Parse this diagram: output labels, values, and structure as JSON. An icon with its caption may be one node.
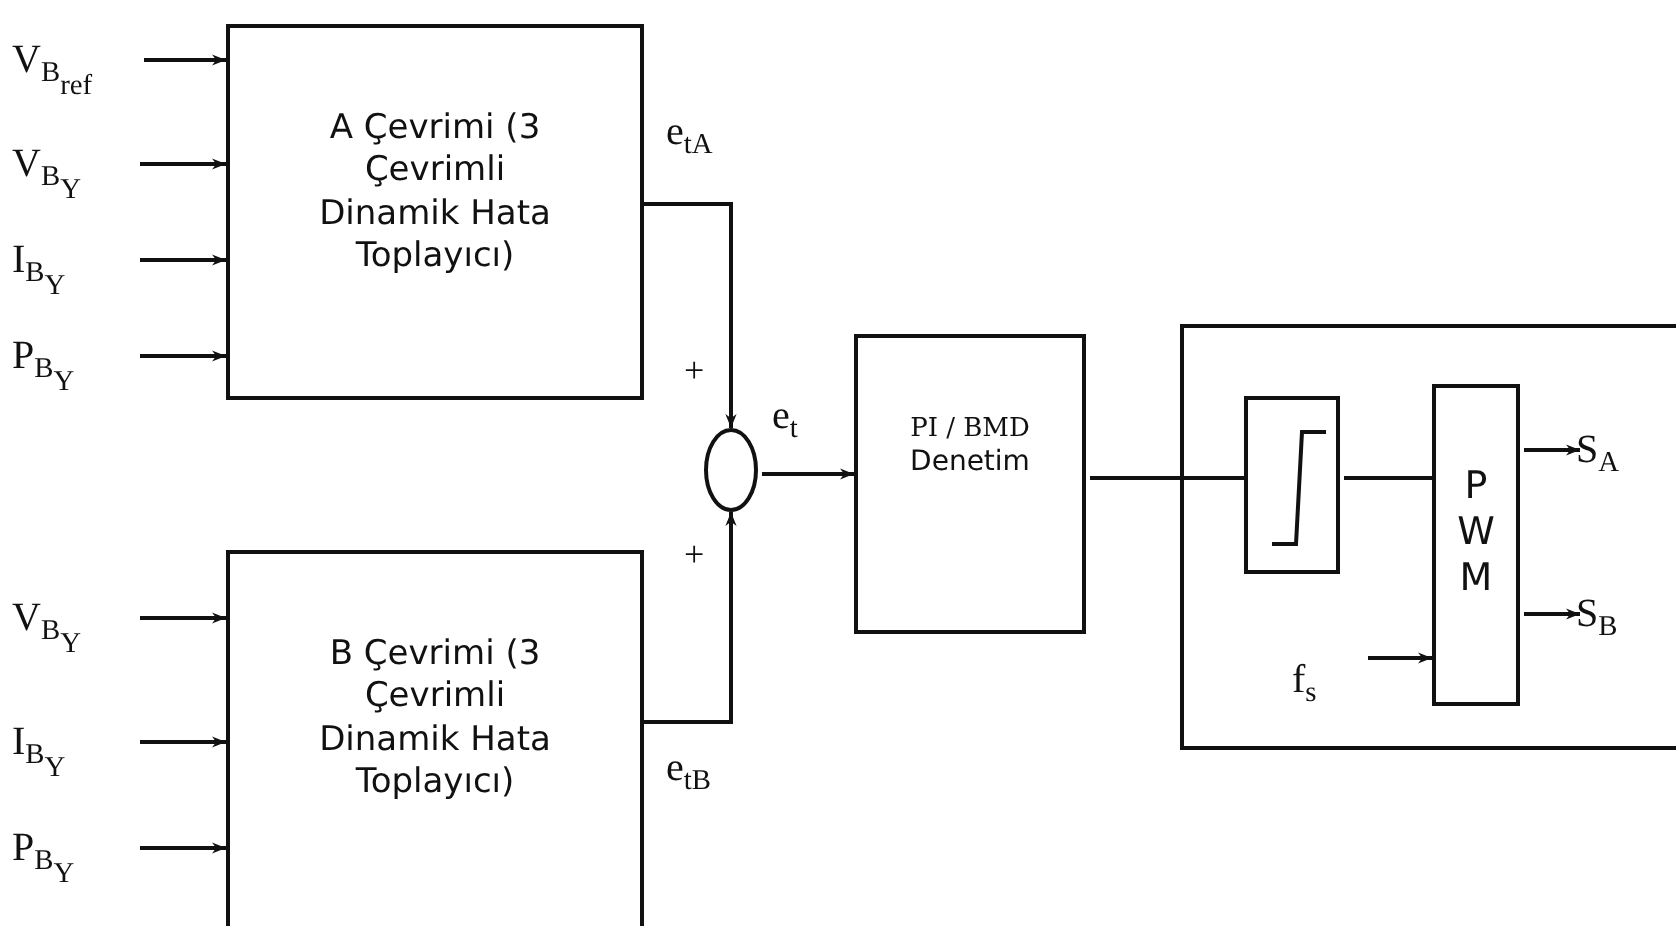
{
  "diagram": {
    "nodes": [
      {
        "text": [
          "A Çevrimi (3 Çevrimli Dinamik Hata Toplayıcı)"
        ]
      },
      {
        "text": [
          "B Çevrimi (3 Çevrimli Dinamik Hata Toplayıcı)"
        ]
      },
      {
        "text": [],
        "shape": "circle"
      },
      {
        "text": [
          "PI / BMD",
          "Denetim"
        ]
      },
      {
        "text": [],
        "shape": "box"
      },
      {
        "text": [],
        "shape": "box",
        "in": 4
      },
      {
        "text": [
          "P W M"
        ],
        "in": 4
      },
      {
        "text": [
          "V$_{B}$$_{ref}$"
        ]
      },
      {
        "text": [
          "V$_{B}$$_{Y}$"
        ]
      },
      {
        "text": [
          "I$_{B}$$_{Y}$"
        ]
      },
      {
        "text": [
          "P$_{B}$$_{Y}$"
        ]
      },
      {
        "text": [
          "V$_{B}$$_{Y}$"
        ]
      },
      {
        "text": [
          "I$_{B}$$_{Y}$"
        ]
      },
      {
        "text": [
          "P$_{B}$$_{Y}$"
        ]
      },
      {
        "text": [
          "f$_{s}$"
        ],
        "in": 4
      },
      {
        "text": [
          "S$_{A}$"
        ],
        "in": 4
      },
      {
        "text": [
          "S$_{B}$"
        ],
        "in": 4
      }
    ],
    "edges": [
      {
        "from": 7,
        "to": 0,
        "arrow": "to"
      },
      {
        "from": 8,
        "to": 0,
        "arrow": "to"
      },
      {
        "from": 9,
        "to": 0,
        "arrow": "to"
      },
      {
        "from": 10,
        "to": 0,
        "arrow": "to"
      },
      {
        "from": 11,
        "to": 1,
        "arrow": "to"
      },
      {
        "from": 12,
        "to": 1,
        "arrow": "to"
      },
      {
        "from": 13,
        "to": 1,
        "arrow": "to"
      },
      {
        "from": 0,
        "to": 2,
        "arrow": "to",
        "label": "e$_{tA}$"
      },
      {
        "from": 1,
        "to": 2,
        "arrow": "to",
        "label": "e$_{tB}$"
      },
      {
        "from": 2,
        "to": 3,
        "arrow": "to",
        "label": "e$_{t}$"
      },
      {
        "from": 3,
        "to": 5,
        "arrow": "none"
      },
      {
        "from": 5,
        "to": 6,
        "arrow": "none"
      },
      {
        "from": 14,
        "to": 6,
        "arrow": "to"
      },
      {
        "from": 6,
        "to": 15,
        "arrow": "to"
      },
      {
        "from": 6,
        "to": 16,
        "arrow": "to"
      }
    ],
    "labels": [
      "+",
      "+"
    ]
  }
}
